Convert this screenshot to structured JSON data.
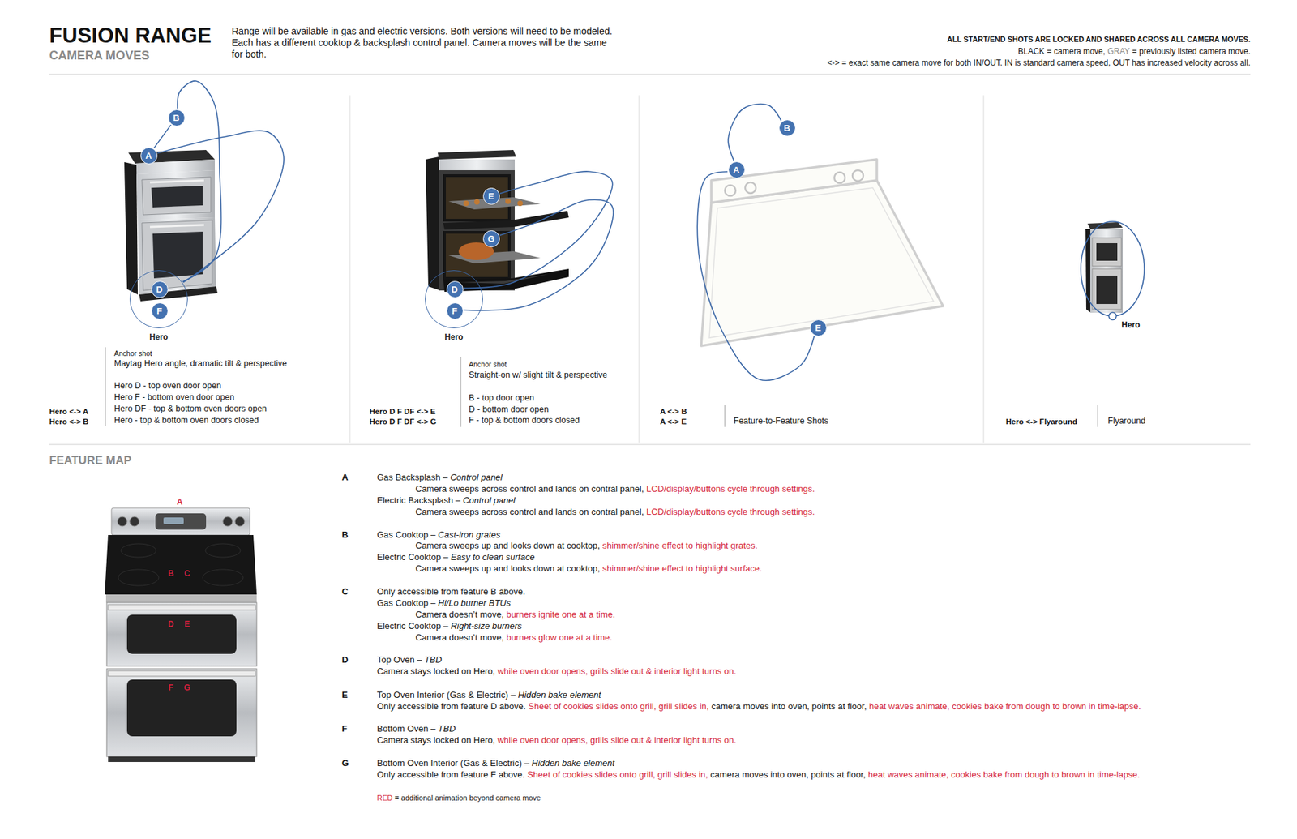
{
  "diagram": {
    "title": "FUSION RANGE",
    "nodes": [
      {
        "text": [
          "B"
        ]
      },
      {
        "text": [
          "A"
        ]
      },
      {
        "text": [
          "Hero"
        ]
      },
      {
        "text": [
          "D"
        ],
        "in": 2
      },
      {
        "text": [
          "F"
        ],
        "in": 2
      },
      {
        "text": [
          "E"
        ]
      },
      {
        "text": [
          "G"
        ]
      },
      {
        "text": [
          "Hero"
        ]
      },
      {
        "text": [
          "D"
        ],
        "in": 7
      },
      {
        "text": [
          "F"
        ],
        "in": 7
      },
      {
        "text": [
          "B"
        ]
      },
      {
        "text": [
          "A"
        ]
      },
      {
        "text": [
          "E"
        ]
      }
    ],
    "edges": [
      {
        "from": 2,
        "to": 1,
        "arrow": "none"
      },
      {
        "from": 2,
        "to": 0,
        "arrow": "none"
      },
      {
        "from": 0,
        "to": 1,
        "arrow": "none"
      },
      {
        "from": 8,
        "to": 5,
        "arrow": "none"
      },
      {
        "from": 9,
        "to": 6,
        "arrow": "none"
      },
      {
        "from": 11,
        "to": 10,
        "arrow": "none"
      },
      {
        "from": 11,
        "to": 12,
        "arrow": "none"
      }
    ],
    "labels": [
      "CAMERA MOVES",
      "Range will be available in gas and electric versions. Both versions will need to be modeled. Each has a different cooktop & backsplash control panel. Camera moves will be the same for both.",
      "ALL START/END SHOTS ARE LOCKED AND SHARED ACROSS ALL CAMERA MOVES.",
      "BLACK = camera move,",
      "GRAY",
      "= previously listed camera move.",
      "<-> = exact same camera move for both IN/OUT. IN is standard camera speed, OUT has increased velocity across all.",
      "Anchor shot",
      "Maytag Hero angle, dramatic tilt & perspective",
      "Hero D - top oven door open",
      "Hero F - bottom oven door open",
      "Hero DF - top & bottom oven doors open",
      "Hero - top & bottom oven doors closed",
      "Hero <-> A",
      "Hero <-> B",
      "Anchor shot",
      "Straight-on w/ slight tilt & perspective",
      "B - top door open",
      "D - bottom door open",
      "F - top & bottom doors closed",
      "Hero D F DF <-> E",
      "Hero D F DF <-> G",
      "A <-> B",
      "A <-> E",
      "Feature-to-Feature Shots",
      "Hero",
      "Hero <-> Flyaround",
      "Flyaround",
      "FEATURE MAP",
      "A",
      "B",
      "C",
      "D",
      "E",
      "F",
      "G",
      "A",
      "Gas Backsplash –",
      "Control panel",
      "Camera sweeps across control and lands on contral panel,",
      "LCD/display/buttons cycle through settings.",
      "Electric Backsplash –",
      "Control panel",
      "Camera sweeps across control and lands on contral panel,",
      "LCD/display/buttons cycle through settings.",
      "B",
      "Gas Cooktop –",
      "Cast-iron grates",
      "Camera sweeps up and looks down at cooktop,",
      "shimmer/shine effect to highlight grates.",
      "Electric Cooktop –",
      "Easy to clean surface",
      "Camera sweeps up and looks down at cooktop,",
      "shimmer/shine effect to highlight surface.",
      "C",
      "Only accessible from feature B above.",
      "Gas Cooktop –",
      "Hi/Lo burner BTUs",
      "Camera doesn’t move,",
      "burners ignite one at a time.",
      "Electric Cooktop –",
      "Right-size burners",
      "Camera doesn’t move,",
      "burners glow one at a time.",
      "D",
      "Top Oven –",
      "TBD",
      "Camera stays locked on Hero,",
      "while oven door opens, grills slide out & interior light turns on.",
      "E",
      "Top Oven Interior (Gas & Electric) –",
      "Hidden bake element",
      "Only accessible from feature D above.",
      "Sheet of cookies slides onto grill, grill slides in,",
      "camera moves into oven, points at floor,",
      "heat waves animate, cookies bake from dough to brown in time-lapse.",
      "F",
      "Bottom Oven –",
      "TBD",
      "Camera stays locked on Hero,",
      "while oven door opens, grills slide out & interior light turns on.",
      "G",
      "Bottom Oven Interior (Gas & Electric) –",
      "Hidden bake element",
      "Only accessible from feature F above.",
      "Sheet of cookies slides onto grill, grill slides in,",
      "camera moves into oven, points at floor,",
      "heat waves animate, cookies bake from dough to brown in time-lapse.",
      "RED",
      "= additional animation beyond camera move"
    ]
  }
}
